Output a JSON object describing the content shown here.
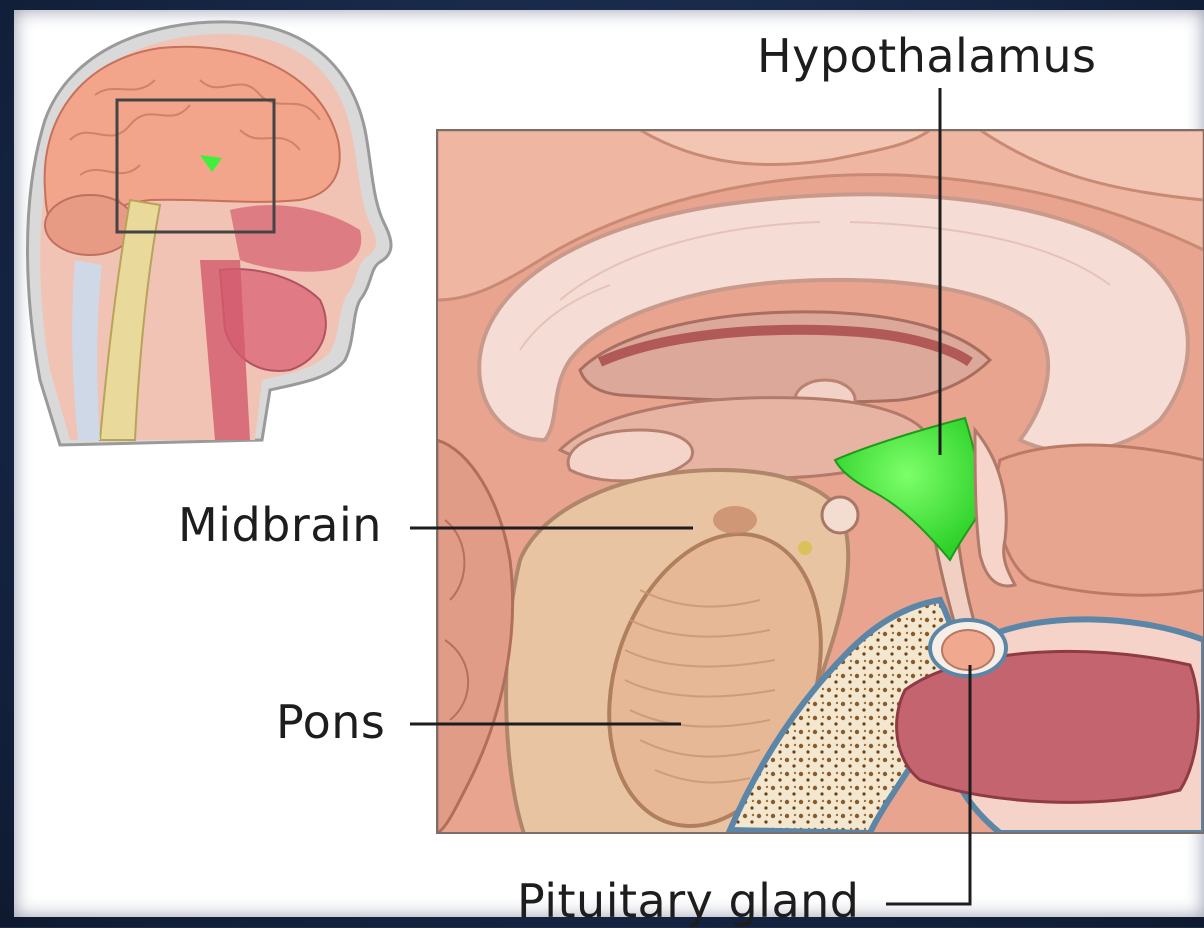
{
  "labels": {
    "hypothalamus": "Hypothalamus",
    "midbrain": "Midbrain",
    "pons": "Pons",
    "pituitary": "Pituitary gland"
  },
  "colors": {
    "frame": "#1b2b4a",
    "hypothalamus_highlight": "#3ef03a",
    "tissue": "#e9b7a3",
    "brain_stem": "#e8c39f"
  }
}
